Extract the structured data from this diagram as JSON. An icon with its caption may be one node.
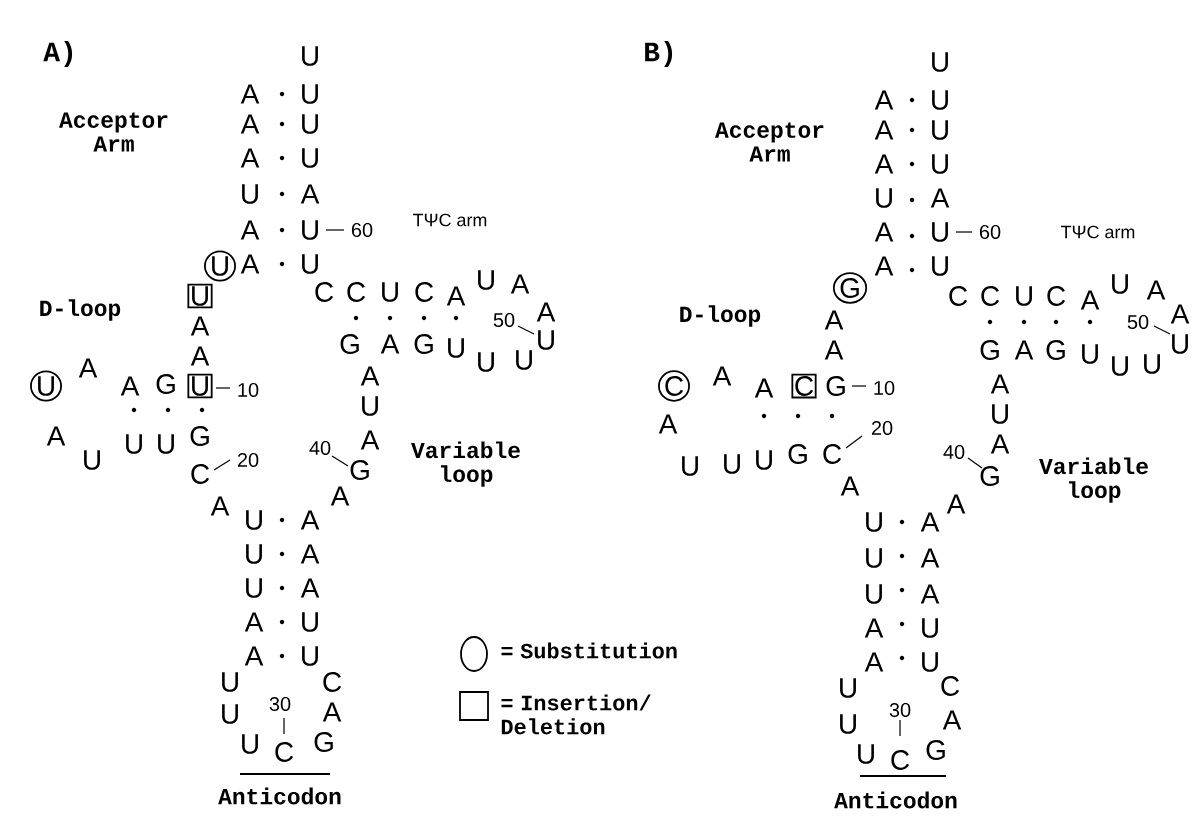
{
  "diagram": {
    "nodes": [
      {
        "text": [
          "U"
        ]
      },
      {
        "text": [
          "U"
        ]
      },
      {
        "text": [
          "U"
        ]
      },
      {
        "text": [
          "U"
        ]
      },
      {
        "text": [
          "G"
        ]
      },
      {
        "text": [
          "C"
        ]
      },
      {
        "text": [
          "C"
        ]
      }
    ],
    "labels": [
      "A)",
      "Acceptor Arm",
      "U",
      "A",
      "U",
      "A",
      "U",
      "A",
      "U",
      "U",
      "A",
      "A",
      "U",
      "60",
      "TΨC arm",
      "A",
      "U",
      "D-loop",
      "A",
      "A",
      "A",
      "A",
      "G",
      "10",
      "C",
      "C",
      "U",
      "C",
      "A",
      "U",
      "A",
      "A",
      "50",
      "G",
      "A",
      "G",
      "U",
      "U",
      "U",
      "U",
      "A",
      "U",
      "A",
      "U",
      "U",
      "U",
      "G",
      "A",
      "40",
      "G",
      "Variable loop",
      "C",
      "20",
      "A",
      "A",
      "U",
      "A",
      "U",
      "A",
      "U",
      "A",
      "A",
      "U",
      "A",
      "U",
      "U",
      "C",
      "30",
      "U",
      "A",
      "U",
      "C",
      "G",
      "Anticodon",
      "B)",
      "Acceptor Arm",
      "U",
      "A",
      "U",
      "A",
      "U",
      "A",
      "U",
      "U",
      "A",
      "A",
      "U",
      "60",
      "TΨC arm",
      "A",
      "U",
      "D-loop",
      "A",
      "A",
      "A",
      "A",
      "G",
      "10",
      "C",
      "C",
      "U",
      "C",
      "A",
      "U",
      "A",
      "A",
      "50",
      "G",
      "A",
      "G",
      "U",
      "U",
      "U",
      "U",
      "A",
      "U",
      "A",
      "U",
      "U",
      "U",
      "G",
      "C",
      "20",
      "A",
      "40",
      "G",
      "Variable loop",
      "A",
      "A",
      "U",
      "A",
      "U",
      "A",
      "U",
      "A",
      "A",
      "U",
      "A",
      "U",
      "U",
      "C",
      "30",
      "U",
      "A",
      "U",
      "C",
      "G",
      "Anticodon"
    ],
    "legend": [
      {
        "text": "= Substitution"
      },
      {
        "text": "= Insertion/ Deletion"
      }
    ]
  }
}
